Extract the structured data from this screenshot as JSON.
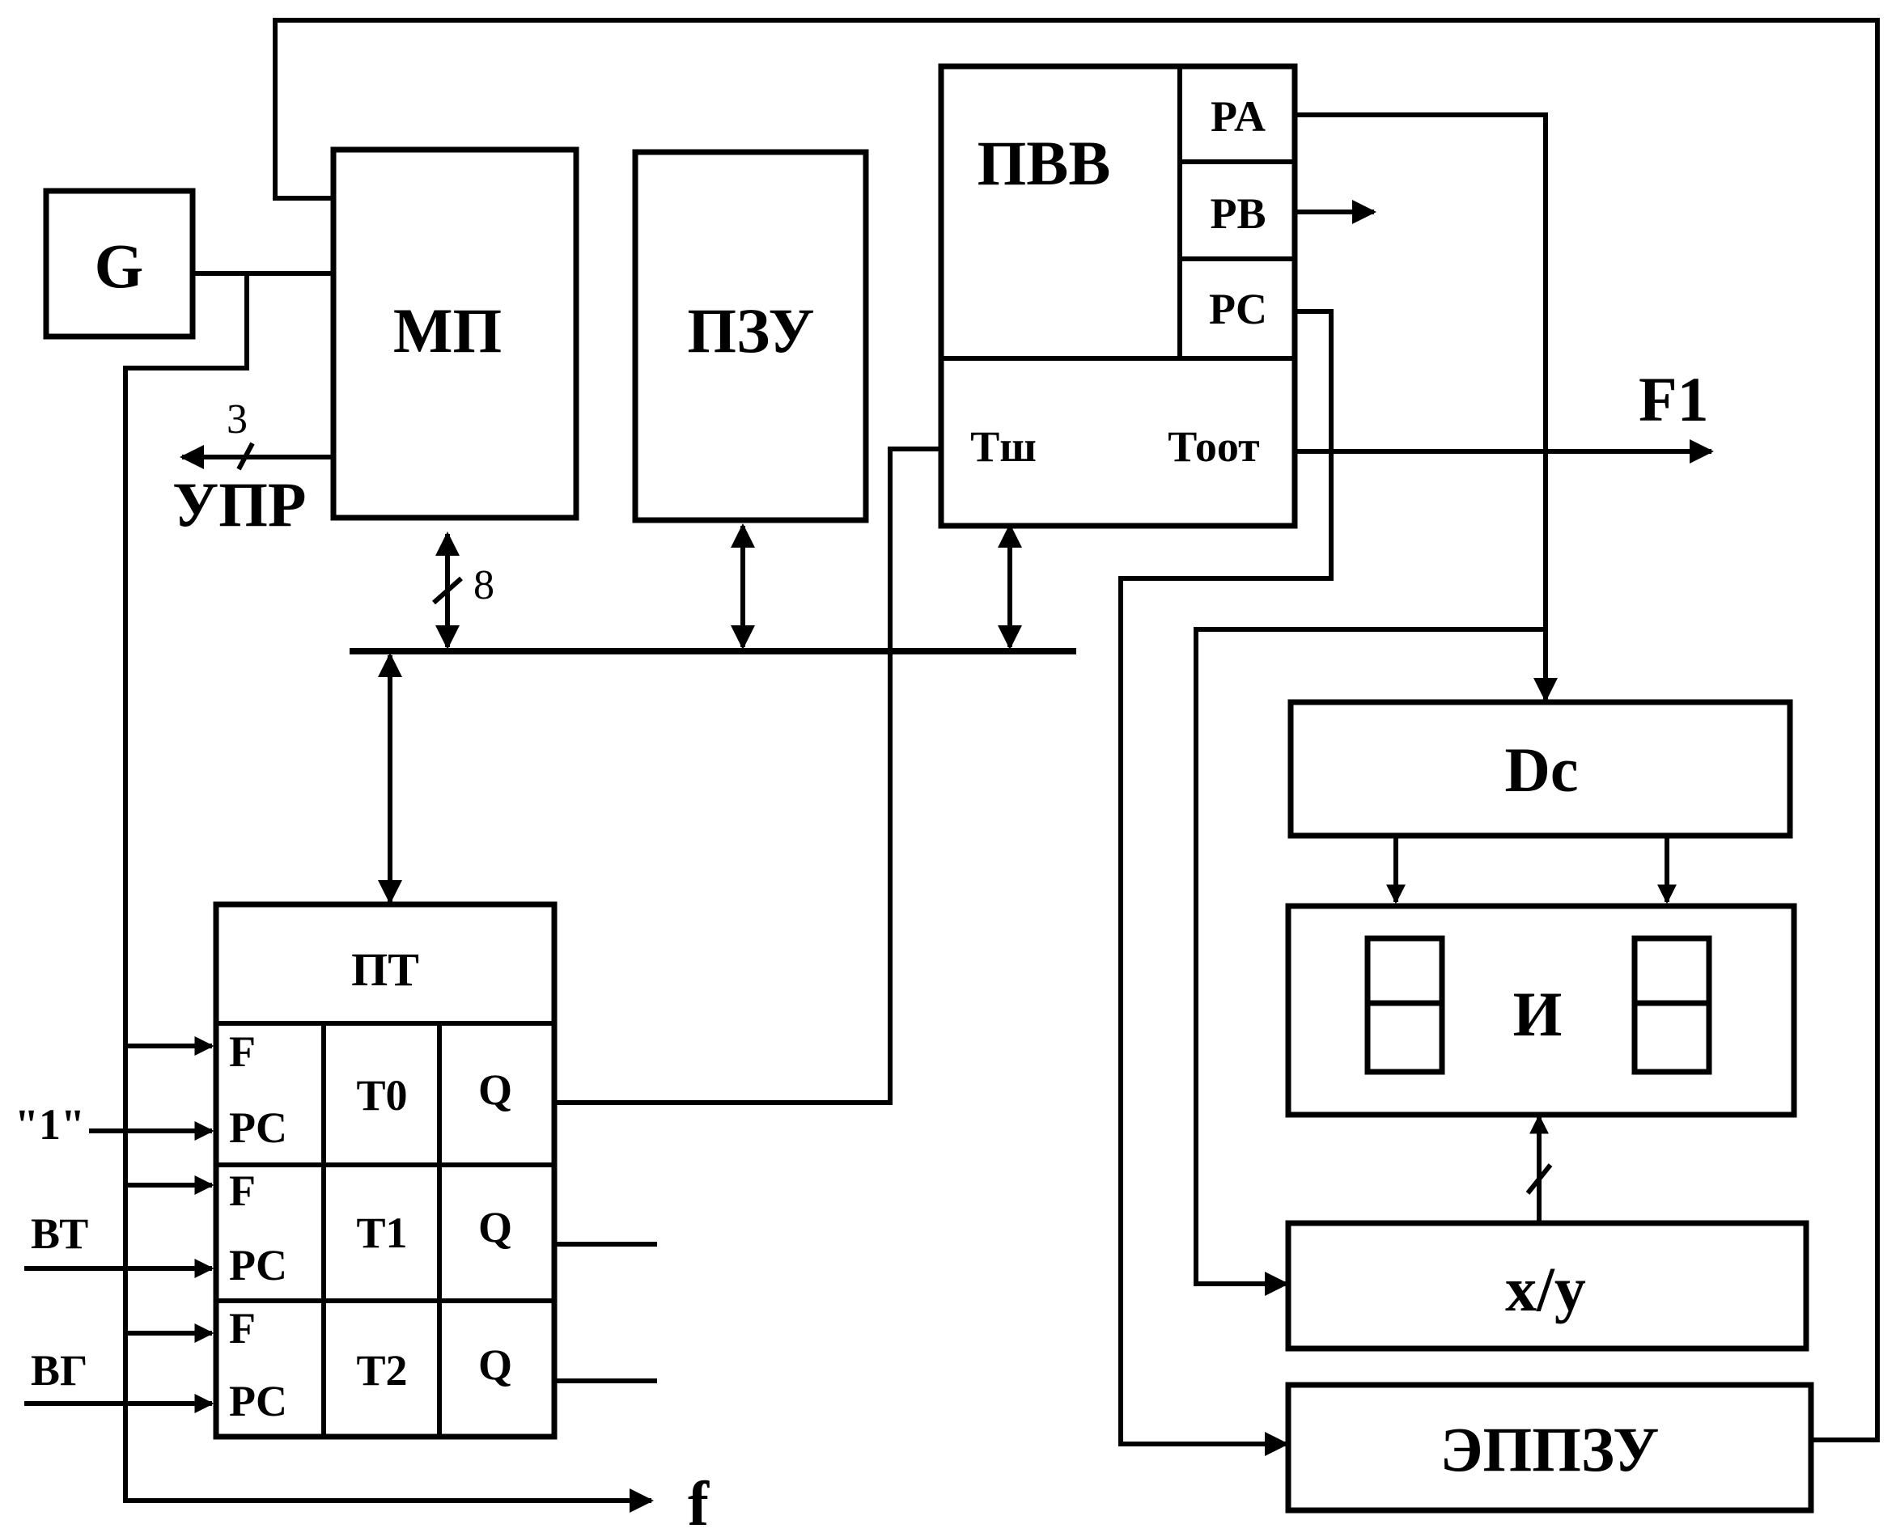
{
  "blocks": {
    "g": "G",
    "mp": "МП",
    "pzu": "ПЗУ",
    "pvv": "ПВВ",
    "pa": "PA",
    "pb": "PB",
    "pc": "PC",
    "tsh": "Тш",
    "toot": "Тоот",
    "dc": "Dc",
    "indicator": "И",
    "xy": "x/y",
    "eppzu": "ЭППЗУ",
    "pt": "ПТ",
    "t0": "Т0",
    "t1": "Т1",
    "t2": "Т2",
    "q": "Q",
    "f_in": "F",
    "pc_in": "PC"
  },
  "signals": {
    "upr": "УПР",
    "upr_width": "3",
    "bus_width": "8",
    "f1": "F1",
    "f_out": "f",
    "one": "\"1\"",
    "vt": "ВТ",
    "vg": "ВГ"
  }
}
